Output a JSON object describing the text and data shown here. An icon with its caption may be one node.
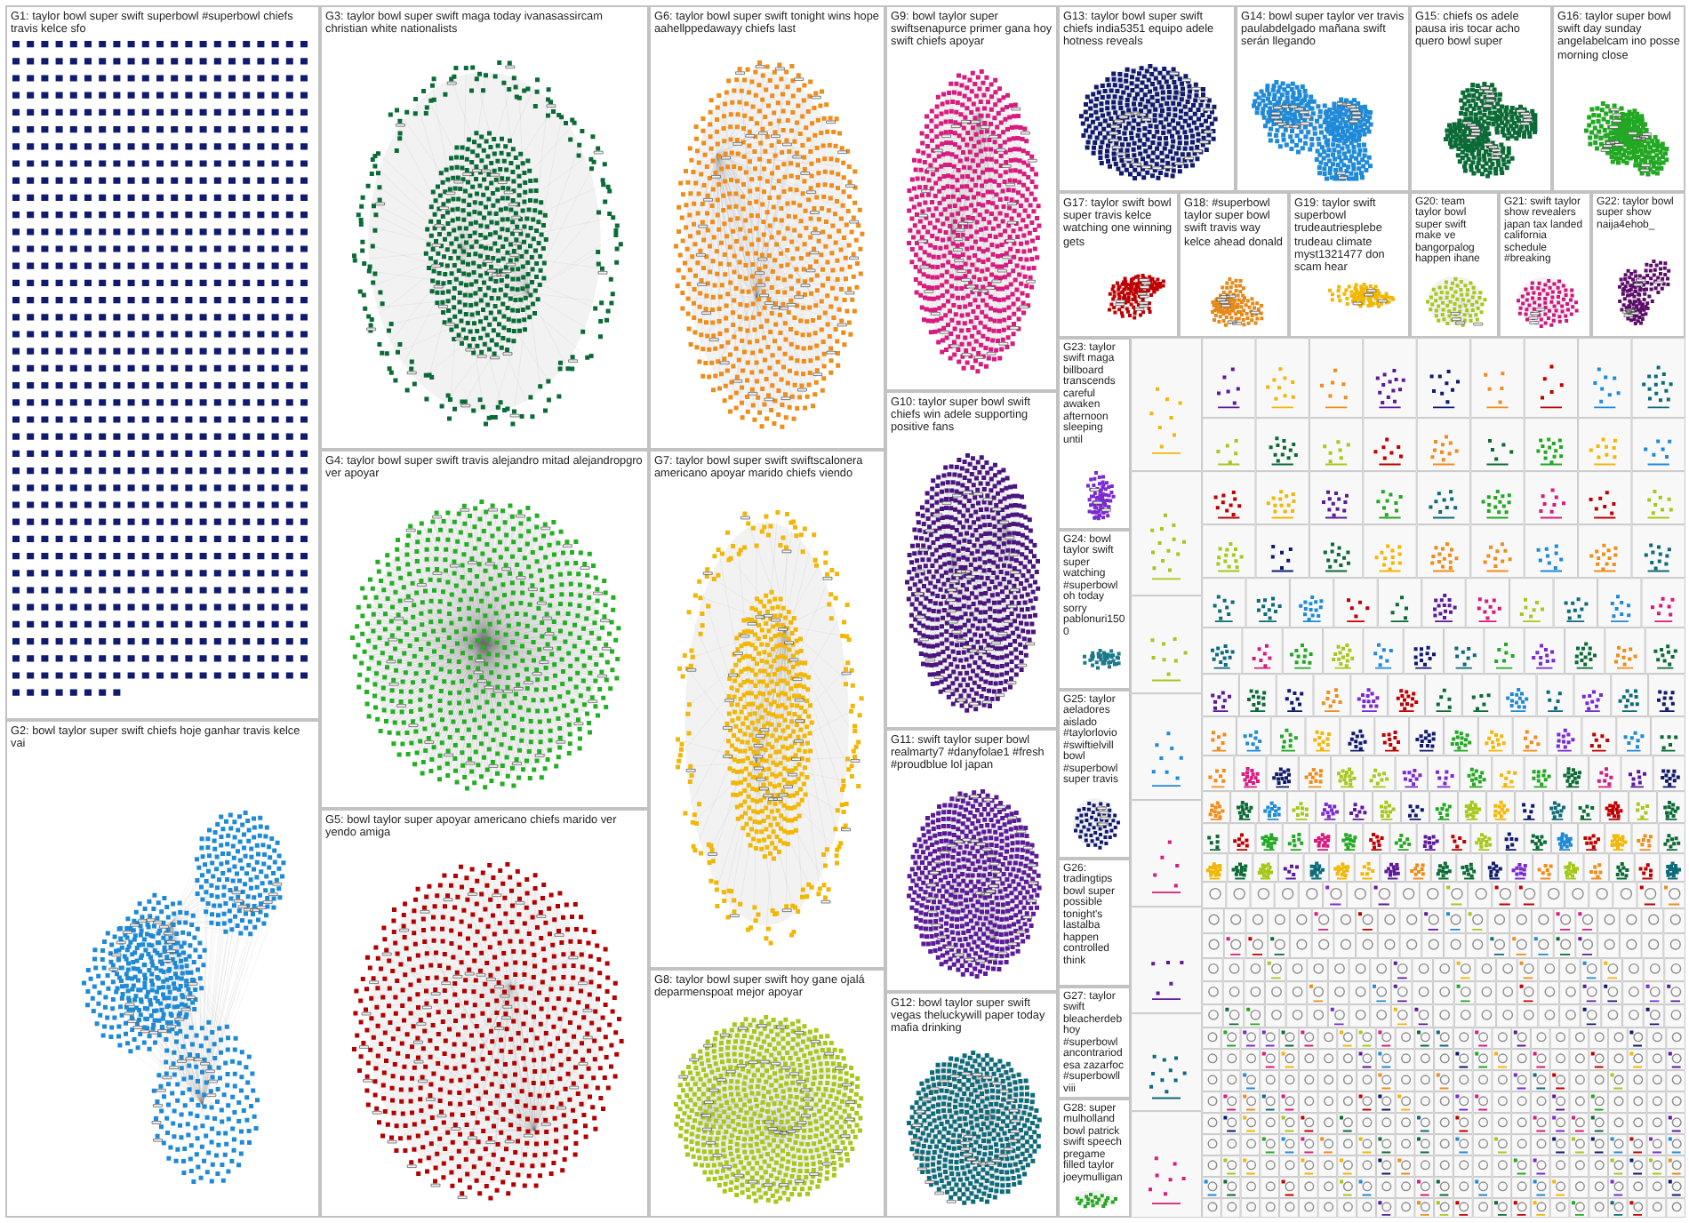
{
  "diagram": {
    "nodes": [
      {
        "text": [
          "G1: taylor bowl super swift superbowl #superbowl chiefs travis kelce sfo"
        ]
      },
      {
        "text": [
          "G3: taylor bowl super swift maga today ivanasassircam christian white nationalists"
        ]
      },
      {
        "text": [
          "G6: taylor bowl super swift tonight wins hope aahellppedawayy chiefs last"
        ]
      },
      {
        "text": [
          "G9: bowl taylor super swiftsenapurce primer gana hoy swift chiefs apoyar"
        ]
      },
      {
        "text": [
          "G13: taylor bowl super swift chiefs india5351 equipo adele hotness reveals"
        ]
      },
      {
        "text": [
          "G14: bowl super taylor ver travis paulabdelgado mañana swift serán llegando"
        ]
      },
      {
        "text": [
          "G15: chiefs os adele pausa iris tocar acho quero bowl super"
        ]
      },
      {
        "text": [
          "G16: taylor super bowl swift day sunday angelabelcam ino posse morning close"
        ]
      },
      {
        "text": [
          "G4: taylor bowl super swift travis alejandro mitad alejandropgro ver apoyar"
        ]
      },
      {
        "text": [
          "G7: taylor bowl super swift swiftscalonera americano apoyar marido chiefs viendo"
        ]
      },
      {
        "text": [
          "G10: taylor super bowl swift chiefs win adele supporting positive fans"
        ]
      },
      {
        "text": [
          "G17: taylor swift bowl super travis kelce watching one winning gets"
        ]
      },
      {
        "text": [
          "G18: #superbowl taylor super bowl swift travis way kelce ahead donald"
        ]
      },
      {
        "text": [
          "G19: taylor swift superbowl trudeautriesplebe trudeau climate myst1321477 don scam hear"
        ]
      },
      {
        "text": [
          "G20: team taylor bowl super swift make ve bangorpalog happen ihane"
        ]
      },
      {
        "text": [
          "G21: swift taylor show revealers japan tax landed california schedule #breaking"
        ]
      },
      {
        "text": [
          "G22: taylor bowl super show naija4ehob_"
        ]
      },
      {
        "text": [
          "G2: bowl taylor super swift chiefs hoje ganhar travis kelce vai"
        ]
      },
      {
        "text": [
          "G5: bowl taylor super apoyar americano chiefs marido ver yendo amiga"
        ]
      },
      {
        "text": [
          "G11: swift taylor super bowl realmarty7 #danyfolae1 #fresh #proudblue lol japan"
        ]
      },
      {
        "text": [
          "G8: taylor bowl super swift hoy gane ojalá deparmenspoat mejor apoyar"
        ]
      },
      {
        "text": [
          "G12: bowl taylor super swift vegas theluckywill paper today mafia drinking"
        ]
      },
      {
        "text": [
          "G23: taylor swift maga billboard transcends careful awaken afternoon sleeping until"
        ]
      },
      {
        "text": [
          "G24: bowl taylor swift super watching #superbowl oh today sorry pablonuri1500"
        ]
      },
      {
        "text": [
          "G25: taylor aeladores aislado #taylorlovio #swiftielvill bowl #superbowl super travis"
        ]
      },
      {
        "text": [
          "G26: tradingtips bowl super possible tonight's lastalba happen controlled think"
        ]
      },
      {
        "text": [
          "G27: taylor swift bleacherdeb hoy #superbowl ancontrariodesa zazarfoc #superbowllviii"
        ]
      },
      {
        "text": [
          "G28: super mulholland bowl patrick swift speech pregame filled taylor joeymulligan"
        ]
      }
    ]
  }
}
